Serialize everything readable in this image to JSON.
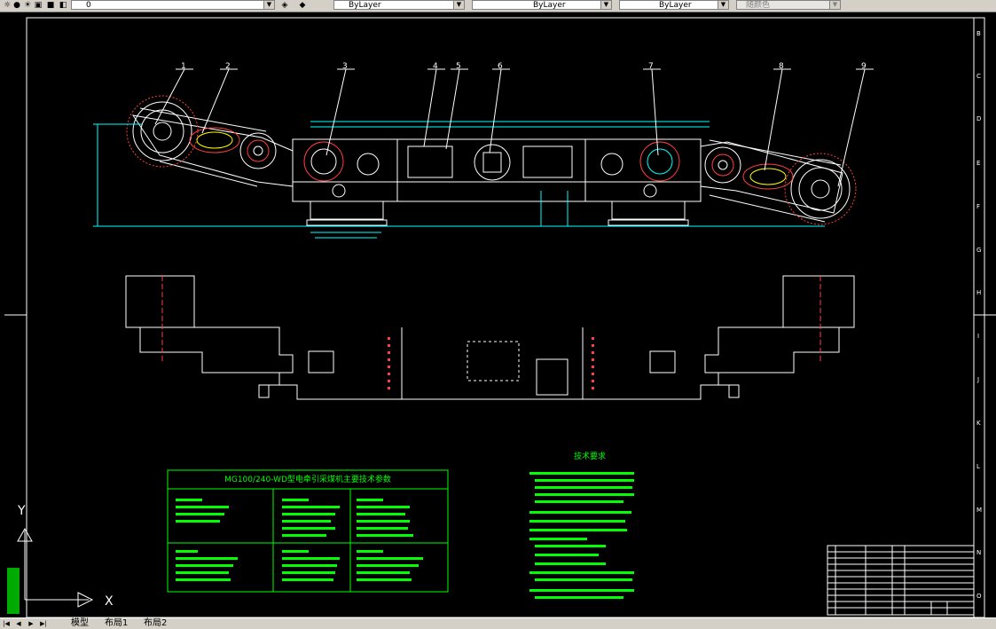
{
  "toolbar": {
    "layer_value": "0",
    "linetype_value": "ByLayer",
    "linetype2_value": "ByLayer",
    "lineweight_value": "ByLayer",
    "color_value": "随颜色"
  },
  "tabs": [
    {
      "label": "模型"
    },
    {
      "label": "布局1"
    },
    {
      "label": "布局2"
    }
  ],
  "drawing": {
    "part_numbers": [
      "1",
      "2",
      "3",
      "4",
      "5",
      "6",
      "7",
      "8",
      "9"
    ],
    "frame_rows": [
      "B",
      "C",
      "D",
      "E",
      "F",
      "G",
      "H",
      "I",
      "J",
      "K",
      "L",
      "M",
      "N",
      "O"
    ],
    "table_title": "MG100/240-WD型电牵引采煤机主要技术参数",
    "notes_title": "技术要求",
    "axis_x": "X",
    "axis_y": "Y"
  }
}
